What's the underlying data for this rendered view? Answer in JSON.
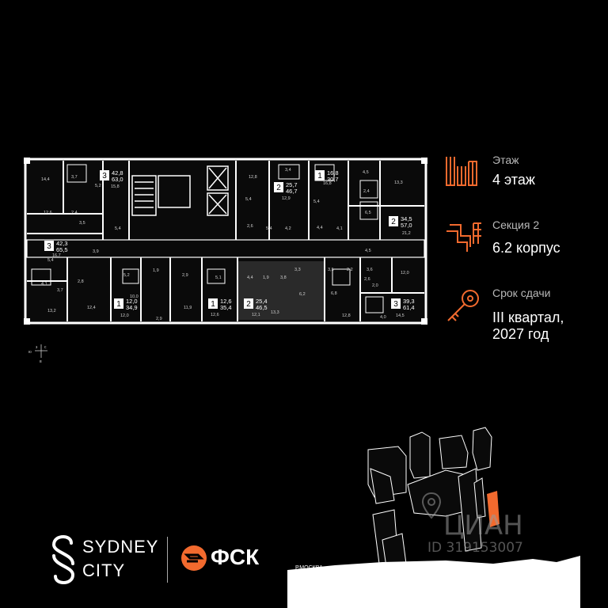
{
  "floor_info": {
    "floor_label": "Этаж",
    "floor_value": "4 этаж",
    "section_label": "Секция 2",
    "section_value": "6.2 корпус",
    "deadline_label": "Срок сдачи",
    "deadline_value_line1": "III квартал,",
    "deadline_value_line2": "2027 год"
  },
  "apartments": [
    {
      "rooms": "3",
      "area": "42,8",
      "total": "63,0"
    },
    {
      "rooms": "2",
      "area": "25,7",
      "total": "46,7"
    },
    {
      "rooms": "1",
      "area": "16,8",
      "total": "30,7"
    },
    {
      "rooms": "2",
      "area": "34,5",
      "total": "57,0"
    },
    {
      "rooms": "3",
      "area": "42,3",
      "total": "65,5"
    },
    {
      "rooms": "1",
      "area": "12,0",
      "total": "34,9"
    },
    {
      "rooms": "1",
      "area": "12,6",
      "total": "35,4"
    },
    {
      "rooms": "2",
      "area": "25,4",
      "total": "46,5"
    },
    {
      "rooms": "3",
      "area": "39,3",
      "total": "61,4"
    }
  ],
  "room_sizes": [
    "14,4",
    "3,7",
    "5,2",
    "15,8",
    "12,6",
    "2,4",
    "3,5",
    "5,4",
    "12,8",
    "3,4",
    "5,4",
    "12,9",
    "5,4",
    "4,2",
    "2,6",
    "16,8",
    "5,4",
    "4,4",
    "4,1",
    "4,5",
    "2,4",
    "13,3",
    "6,5",
    "21,2",
    "16,7",
    "3,9",
    "5,4",
    "4,1",
    "2,8",
    "5,2",
    "1,9",
    "12,0",
    "2,9",
    "10,0",
    "2,9",
    "11,9",
    "5,1",
    "12,6",
    "4,4",
    "1,9",
    "3,8",
    "3,3",
    "6,2",
    "13,3",
    "12,1",
    "13,2",
    "12,4",
    "3,5",
    "2,2",
    "3,6",
    "6,8",
    "12,8",
    "2,6",
    "4,5",
    "12,0",
    "3,7",
    "2,0",
    "4,0",
    "14,5"
  ],
  "compass": {
    "n": "ю",
    "e": "с",
    "w": "з",
    "s": "в"
  },
  "map": {
    "river_label": "Р.МОСКВА",
    "highlight_color": "#f26a2e"
  },
  "brand": {
    "sydney_line1": "SYDNEY",
    "sydney_line2": "CITY",
    "fsk": "ФСК"
  },
  "watermark": {
    "logo": "ЦИАН",
    "id": "ID 319153007"
  },
  "colors": {
    "accent": "#f26a2e",
    "plan_wall": "#ffffff",
    "room_fill": "#0a0a0a",
    "room_alt_fill": "#2a2a2a"
  }
}
